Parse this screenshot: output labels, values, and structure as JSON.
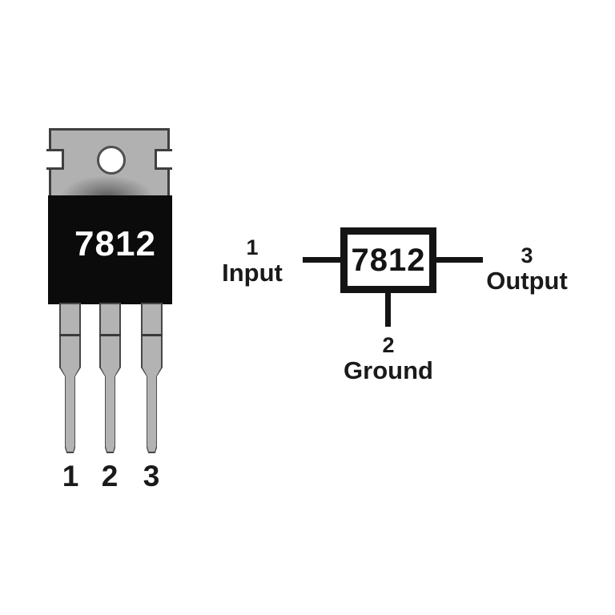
{
  "package": {
    "description": "TO-220 voltage regulator package front view",
    "part_number": "7812",
    "pin_numbers": [
      "1",
      "2",
      "3"
    ],
    "colors": {
      "tab_fill": "#b1b1b1",
      "body_fill": "#0b0b0b",
      "outline": "#3f3f3f",
      "leg_fill": "#b3b3b3",
      "part_number_text": "#ffffff",
      "pin_number_text": "#1a1a1a"
    }
  },
  "schematic": {
    "chip_label": "7812",
    "line_color": "#141414",
    "pins": [
      {
        "number": "1",
        "name": "Input",
        "side": "left"
      },
      {
        "number": "2",
        "name": "Ground",
        "side": "bottom"
      },
      {
        "number": "3",
        "name": "Output",
        "side": "right"
      }
    ]
  }
}
